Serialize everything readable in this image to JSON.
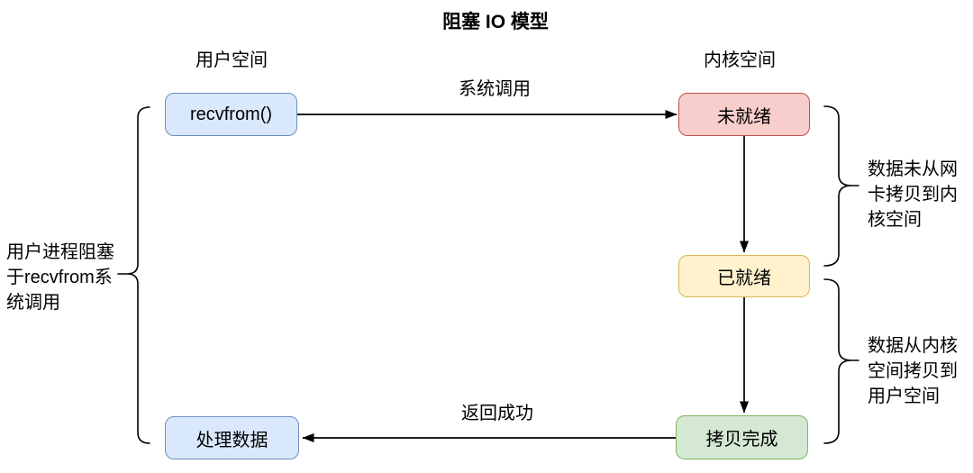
{
  "title": "阻塞 IO 模型",
  "lanes": {
    "user_space": "用户空间",
    "kernel_space": "内核空间"
  },
  "nodes": {
    "recvfrom": {
      "label": "recvfrom()",
      "color": "blue"
    },
    "not_ready": {
      "label": "未就绪",
      "color": "red"
    },
    "ready": {
      "label": "已就绪",
      "color": "yellow"
    },
    "copy_done": {
      "label": "拷贝完成",
      "color": "green"
    },
    "process_data": {
      "label": "处理数据",
      "color": "blue"
    }
  },
  "edges": {
    "syscall": {
      "label": "系统调用",
      "from": "recvfrom",
      "to": "not_ready"
    },
    "wait_data": {
      "label": "",
      "from": "not_ready",
      "to": "ready"
    },
    "copy_data": {
      "label": "",
      "from": "ready",
      "to": "copy_done"
    },
    "return_success": {
      "label": "返回成功",
      "from": "copy_done",
      "to": "process_data"
    }
  },
  "annotations": {
    "left_brace": "用户进程阻塞\n于recvfrom系\n统调用",
    "right_brace_top": "数据未从网\n卡拷贝到内\n核空间",
    "right_brace_bottom": "数据从内核\n空间拷贝到\n用户空间"
  },
  "palette": {
    "blue": {
      "fill": "#dae8fc",
      "stroke": "#6c8ebf"
    },
    "red": {
      "fill": "#f8cecc",
      "stroke": "#b85450"
    },
    "yellow": {
      "fill": "#fff2cc",
      "stroke": "#d6b656"
    },
    "green": {
      "fill": "#d5e8d4",
      "stroke": "#82b366"
    },
    "line": "#000000"
  }
}
